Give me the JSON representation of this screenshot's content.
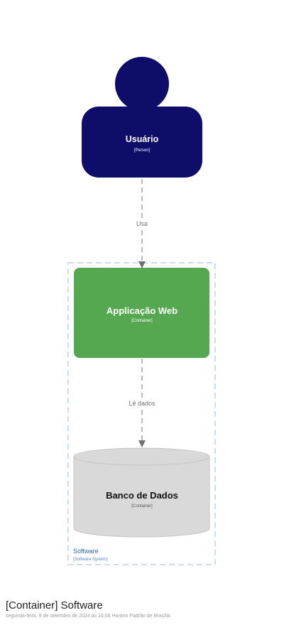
{
  "diagram": {
    "person": {
      "name": "Usuário",
      "type": "[Person]",
      "color": "#0e0e6a"
    },
    "edge_uses": {
      "label": "Usa"
    },
    "boundary": {
      "name": "Software",
      "type": "[Software System]",
      "stroke": "#a9c6ea",
      "label_color": "#2d64b4"
    },
    "container_web": {
      "name": "Applicação Web",
      "type": "[Container]",
      "color": "#55a84f"
    },
    "edge_reads": {
      "label": "Lê dados"
    },
    "database": {
      "name": "Banco de Dados",
      "type": "[Container]",
      "color": "#d9d9d9"
    }
  },
  "footer": {
    "title": "[Container] Software",
    "subtitle": "segunda-feira, 9 de setembro de 2024 às 16:06 Horário Padrão de Brasília"
  }
}
